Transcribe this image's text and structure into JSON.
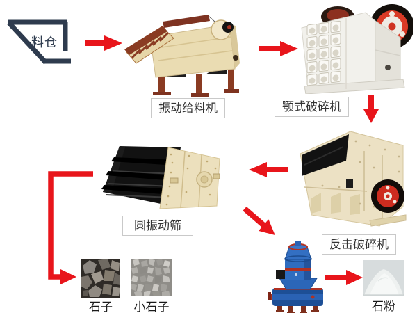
{
  "diagram": {
    "type": "stone-crushing-production-line-flowchart",
    "nodes": {
      "hopper": {
        "label": "料仓",
        "kind": "silo"
      },
      "feeder": {
        "label": "振动给料机",
        "kind": "machine"
      },
      "jaw_crusher": {
        "label": "颚式破碎机",
        "kind": "machine"
      },
      "impact_crusher": {
        "label": "反击破碎机",
        "kind": "machine"
      },
      "vibrating_screen": {
        "label": "圆振动筛",
        "kind": "machine"
      },
      "grinding_mill": {
        "kind": "machine"
      },
      "stone": {
        "label": "石子",
        "kind": "product"
      },
      "small_stone": {
        "label": "小石子",
        "kind": "product"
      },
      "stone_powder": {
        "label": "石粉",
        "kind": "product"
      }
    },
    "edges": [
      {
        "from": "hopper",
        "to": "feeder"
      },
      {
        "from": "feeder",
        "to": "jaw_crusher"
      },
      {
        "from": "jaw_crusher",
        "to": "impact_crusher"
      },
      {
        "from": "impact_crusher",
        "to": "vibrating_screen"
      },
      {
        "from": "vibrating_screen",
        "to": "stone"
      },
      {
        "from": "impact_crusher",
        "to": "grinding_mill"
      },
      {
        "from": "grinding_mill",
        "to": "stone_powder"
      }
    ],
    "colors": {
      "arrow_red": "#e8151b",
      "hopper_outline": "#2e3b4e",
      "label_text": "#333333",
      "label_border": "#c9c9c9",
      "machine_cream": "#ece1c4",
      "machine_maroon": "#8a3b22",
      "machine_white": "#f2f1ec",
      "wheel_red": "#d23327",
      "mill_blue": "#2f6dc0"
    }
  }
}
